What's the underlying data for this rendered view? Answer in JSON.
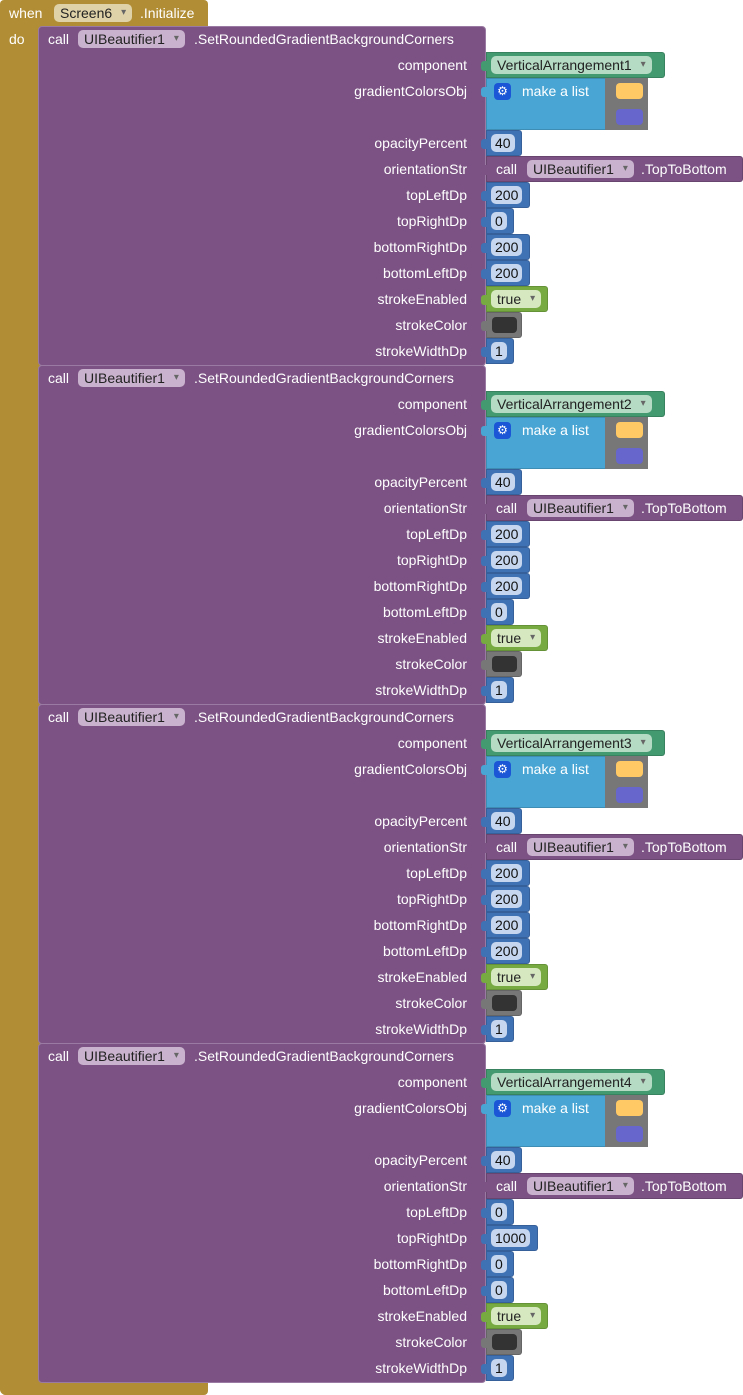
{
  "event": {
    "when": "when",
    "component": "Screen6",
    "event": ".Initialize",
    "do": "do"
  },
  "param_labels": [
    "component",
    "gradientColorsObj",
    "opacityPercent",
    "orientationStr",
    "topLeftDp",
    "topRightDp",
    "bottomRightDp",
    "bottomLeftDp",
    "strokeEnabled",
    "strokeColor",
    "strokeWidthDp"
  ],
  "make_list_label": "make a list",
  "call_label": "call",
  "calls": [
    {
      "component": "UIBeautifier1",
      "method": ".SetRoundedGradientBackgroundCorners",
      "target": "VerticalArrangement1",
      "opacity": "40",
      "orientation": {
        "component": "UIBeautifier1",
        "property": ".TopToBottom"
      },
      "topLeft": "200",
      "topRight": "0",
      "bottomRight": "200",
      "bottomLeft": "200",
      "stroke": "true",
      "strokeWidth": "1"
    },
    {
      "component": "UIBeautifier1",
      "method": ".SetRoundedGradientBackgroundCorners",
      "target": "VerticalArrangement2",
      "opacity": "40",
      "orientation": {
        "component": "UIBeautifier1",
        "property": ".TopToBottom"
      },
      "topLeft": "200",
      "topRight": "200",
      "bottomRight": "200",
      "bottomLeft": "0",
      "stroke": "true",
      "strokeWidth": "1"
    },
    {
      "component": "UIBeautifier1",
      "method": ".SetRoundedGradientBackgroundCorners",
      "target": "VerticalArrangement3",
      "opacity": "40",
      "orientation": {
        "component": "UIBeautifier1",
        "property": ".TopToBottom"
      },
      "topLeft": "200",
      "topRight": "200",
      "bottomRight": "200",
      "bottomLeft": "200",
      "stroke": "true",
      "strokeWidth": "1"
    },
    {
      "component": "UIBeautifier1",
      "method": ".SetRoundedGradientBackgroundCorners",
      "target": "VerticalArrangement4",
      "opacity": "40",
      "orientation": {
        "component": "UIBeautifier1",
        "property": ".TopToBottom"
      },
      "topLeft": "0",
      "topRight": "1000",
      "bottomRight": "0",
      "bottomLeft": "0",
      "stroke": "true",
      "strokeWidth": "1"
    }
  ],
  "colors": {
    "event": "#b18e35",
    "method": "#7b5283",
    "component": "#439970",
    "list": "#49a6d4",
    "math": "#3f71b5",
    "logic": "#77ab41",
    "color_block": "#777777",
    "gradient_color_1": "#ffc966",
    "gradient_color_2": "#6666cc",
    "stroke_color": "#333333"
  }
}
